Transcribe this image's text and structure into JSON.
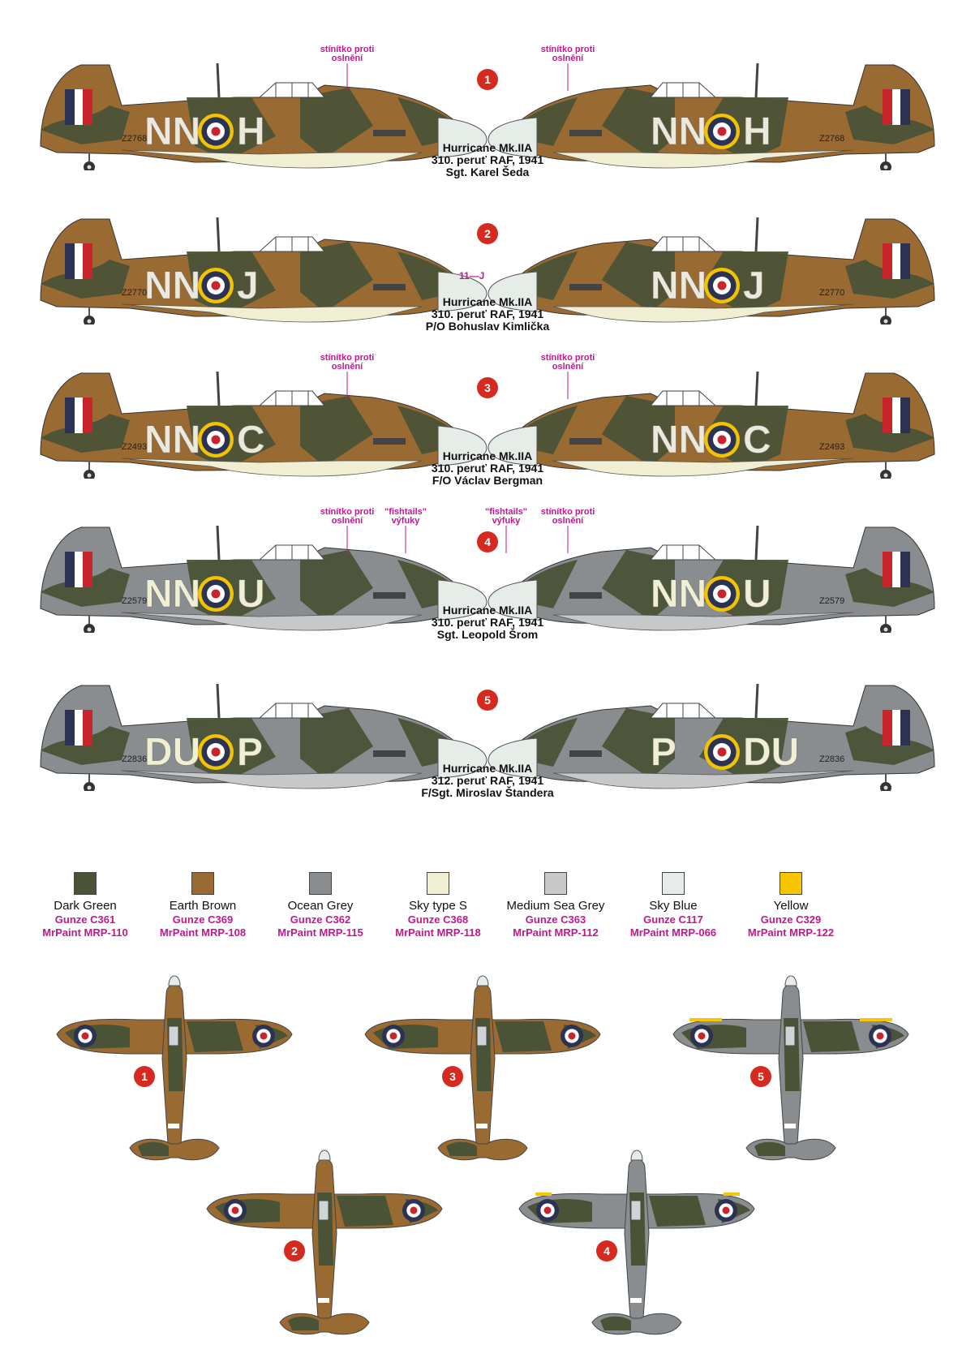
{
  "annotations": {
    "glare_shield": "stínítko proti\noslnění",
    "fishtails": "\"fishtails\"\nvýfuky",
    "scheme2_marking": "11—J"
  },
  "schemes": [
    {
      "num": "1",
      "code_left": "NN",
      "code_right": "H",
      "serial": "Z2768",
      "line1": "Hurricane Mk.IIA",
      "line2": "310. peruť RAF, 1941",
      "line3": "Sgt. Karel Šeda",
      "camo": "brown",
      "notes": [
        "glare"
      ]
    },
    {
      "num": "2",
      "code_left": "NN",
      "code_right": "J",
      "serial": "Z2770",
      "line1": "Hurricane Mk.IIA",
      "line2": "310. peruť RAF, 1941",
      "line3": "P/O Bohuslav Kimlička",
      "camo": "brown",
      "notes": []
    },
    {
      "num": "3",
      "code_left": "NN",
      "code_right": "C",
      "serial": "Z2493",
      "line1": "Hurricane Mk.IIA",
      "line2": "310. peruť RAF, 1941",
      "line3": "F/O Václav Bergman",
      "camo": "brown",
      "notes": [
        "glare"
      ]
    },
    {
      "num": "4",
      "code_left": "NN",
      "code_right": "U",
      "serial": "Z2579",
      "line1": "Hurricane Mk.IIA",
      "line2": "310. peruť RAF, 1941",
      "line3": "Sgt. Leopold Šrom",
      "camo": "grey",
      "notes": [
        "glare",
        "fishtails"
      ]
    },
    {
      "num": "5",
      "code_left": "DU",
      "code_right": "P",
      "serial": "Z2836",
      "line1": "Hurricane Mk.IIA",
      "line2": "312. peruť RAF, 1941",
      "line3": "F/Sgt. Miroslav Štandera",
      "camo": "grey",
      "notes": []
    }
  ],
  "swatches": [
    {
      "name": "Dark Green",
      "gunze": "Gunze C361",
      "mrp": "MrPaint MRP-110",
      "color": "#4a5336"
    },
    {
      "name": "Earth Brown",
      "gunze": "Gunze C369",
      "mrp": "MrPaint MRP-108",
      "color": "#9a6a33"
    },
    {
      "name": "Ocean Grey",
      "gunze": "Gunze C362",
      "mrp": "MrPaint MRP-115",
      "color": "#8a8d90"
    },
    {
      "name": "Sky type S",
      "gunze": "Gunze C368",
      "mrp": "MrPaint MRP-118",
      "color": "#f0eed3"
    },
    {
      "name": "Medium Sea Grey",
      "gunze": "Gunze C363",
      "mrp": "MrPaint MRP-112",
      "color": "#c7c8c9"
    },
    {
      "name": "Sky Blue",
      "gunze": "Gunze C117",
      "mrp": "MrPaint MRP-066",
      "color": "#e6ede9"
    },
    {
      "name": "Yellow",
      "gunze": "Gunze C329",
      "mrp": "MrPaint MRP-122",
      "color": "#f7c600"
    }
  ],
  "plan_views": [
    {
      "num": "1",
      "camo": "brown"
    },
    {
      "num": "3",
      "camo": "brown"
    },
    {
      "num": "5",
      "camo": "grey"
    },
    {
      "num": "2",
      "camo": "brown"
    },
    {
      "num": "4",
      "camo": "grey"
    }
  ],
  "colors": {
    "accent_magenta": "#c2178e",
    "badge_red": "#d42a20",
    "roundel_blue": "#2b3253",
    "roundel_red": "#c8242b",
    "roundel_yellow": "#f2c300"
  }
}
